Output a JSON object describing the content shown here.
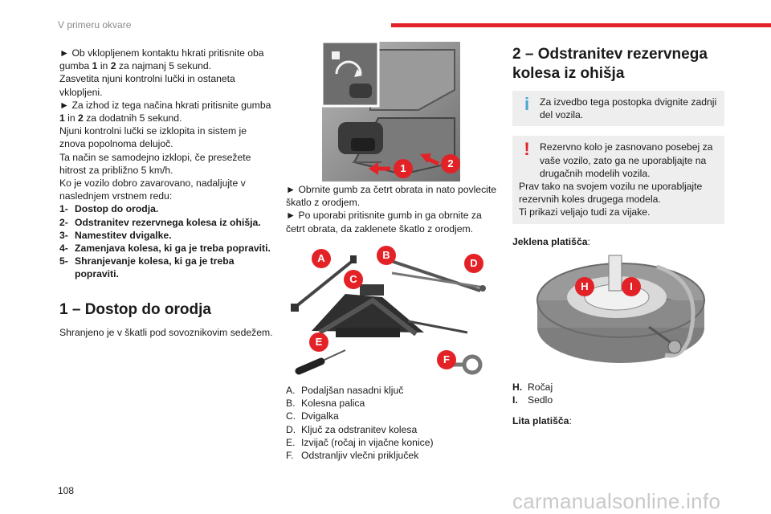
{
  "header": {
    "title": "V primeru okvare",
    "accent": "#e32227"
  },
  "left_column": {
    "paragraphs": [
      "► Ob vklopljenem kontaktu hkrati pritisnite oba gumba ",
      "1",
      " in ",
      "2",
      " za najmanj 5 sekund."
    ],
    "p1_pre": "► Ob vklopljenem kontaktu hkrati pritisnite oba gumba ",
    "p1_b1": "1",
    "p1_mid": " in ",
    "p1_b2": "2",
    "p1_post": " za najmanj 5 sekund.",
    "p2": "Zasvetita njuni kontrolni lučki in ostaneta vklopljeni.",
    "p3_pre": "► Za izhod iz tega načina hkrati pritisnite gumba ",
    "p3_b1": "1",
    "p3_mid": " in ",
    "p3_b2": "2",
    "p3_post": " za dodatnih 5 sekund.",
    "p4": "Njuni kontrolni lučki se izklopita in sistem je znova popolnoma delujoč.",
    "p5": "Ta način se samodejno izklopi, če presežete hitrost za približno 5 km/h.",
    "p6": "Ko je vozilo dobro zavarovano, nadaljujte v naslednjem vrstnem redu:",
    "steps": [
      {
        "num": "1-",
        "text": "Dostop do orodja."
      },
      {
        "num": "2-",
        "text": "Odstranitev rezervnega kolesa iz ohišja."
      },
      {
        "num": "3-",
        "text": "Namestitev dvigalke."
      },
      {
        "num": "4-",
        "text": "Zamenjava kolesa, ki ga je treba popraviti."
      },
      {
        "num": "5-",
        "text": "Shranjevanje kolesa, ki ga je treba popraviti."
      }
    ],
    "section_title": "1 – Dostop do orodja",
    "section_text": "Shranjeno je v škatli pod sovoznikovim sedežem."
  },
  "middle_column": {
    "figure1_callouts": [
      "1",
      "2"
    ],
    "p1": "► Obrnite gumb za četrt obrata in nato povlecite škatlo z orodjem.",
    "p2": "► Po uporabi pritisnite gumb in ga obrnite za četrt obrata, da zaklenete škatlo z orodjem.",
    "figure2_callouts": [
      "A",
      "B",
      "C",
      "D",
      "E",
      "F"
    ],
    "legend": [
      {
        "key": "A.",
        "text": "Podaljšan nasadni ključ"
      },
      {
        "key": "B.",
        "text": "Kolesna palica"
      },
      {
        "key": "C.",
        "text": "Dvigalka"
      },
      {
        "key": "D.",
        "text": "Ključ za odstranitev kolesa"
      },
      {
        "key": "E.",
        "text": "Izvijač (ročaj in vijačne konice)"
      },
      {
        "key": "F.",
        "text": "Odstranljiv vlečni priključek"
      }
    ]
  },
  "right_column": {
    "section_title": "2 – Odstranitev rezervnega kolesa iz ohišja",
    "info_icon": "info-icon",
    "info_text": "Za izvedbo tega postopka dvignite zadnji del vozila.",
    "warning_icon": "warning-icon",
    "warning_first": "Rezervno kolo je zasnovano posebej za vaše vozilo, zato ga ne uporabljajte na drugačnih modelih vozila.",
    "warning_second": "Prav tako na svojem vozilu ne uporabljajte rezervnih koles drugega modela.",
    "warning_third": "Ti prikazi veljajo tudi za vijake.",
    "steel_label": "Jeklena platišča",
    "colon": ":",
    "figure3_callouts": [
      "H",
      "I"
    ],
    "legend": [
      {
        "key": "H.",
        "text": "Ročaj"
      },
      {
        "key": "I.",
        "text": "Sedlo"
      }
    ],
    "alloy_label": "Lita platišča"
  },
  "footer": {
    "page_number": "108",
    "watermark": "carmanualsonline.info"
  }
}
